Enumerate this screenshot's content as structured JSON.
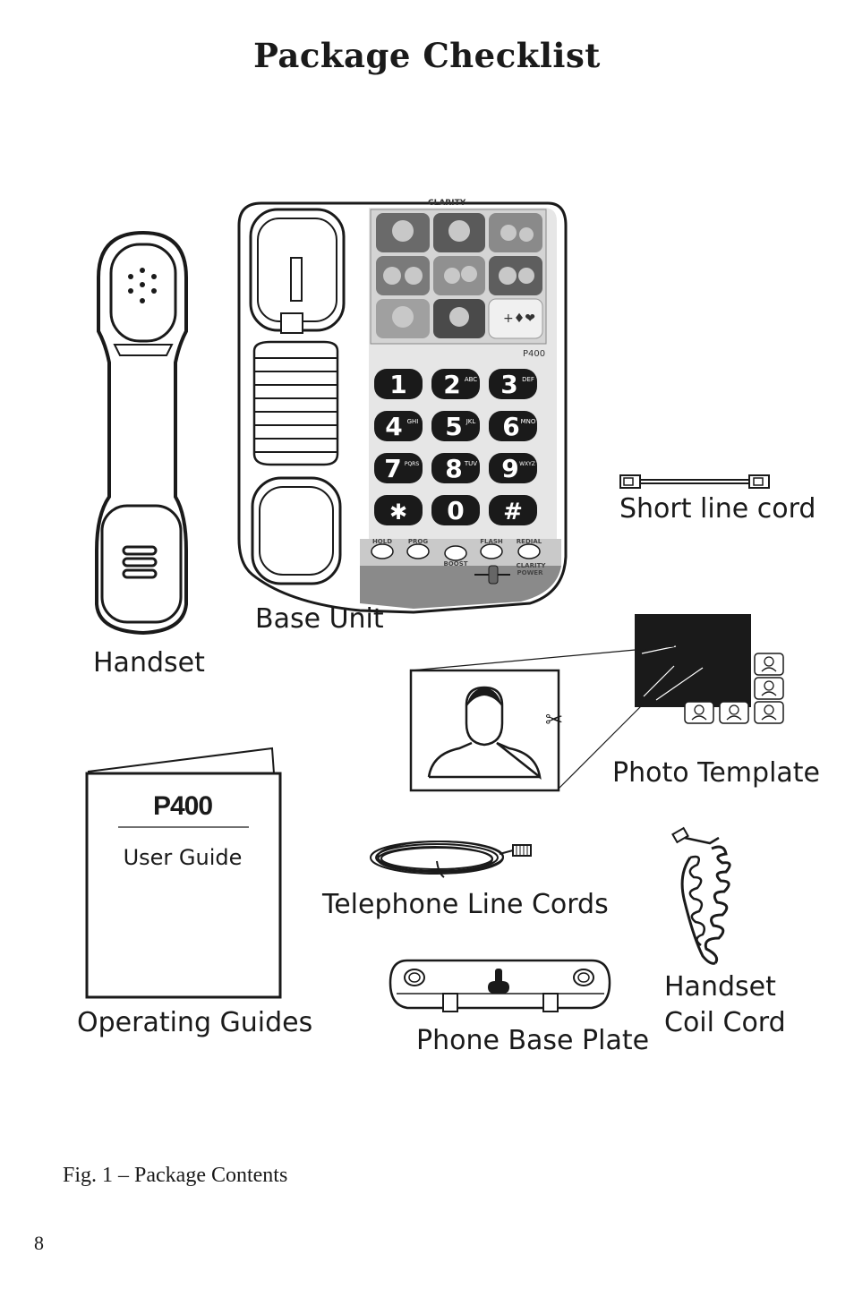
{
  "title": "Package Checklist",
  "labels": {
    "handset": "Handset",
    "base_unit": "Base Unit",
    "short_line_cord": "Short line cord",
    "photo_template": "Photo Template",
    "operating_guides": "Operating Guides",
    "telephone_line_cords": "Telephone Line Cords",
    "phone_base_plate": "Phone Base Plate",
    "handset_coil_cord_line1": "Handset",
    "handset_coil_cord_line2": "Coil Cord"
  },
  "phone": {
    "brand": "CLARITY",
    "model": "P400",
    "keys": [
      {
        "num": "1",
        "letters": ""
      },
      {
        "num": "2",
        "letters": "ABC"
      },
      {
        "num": "3",
        "letters": "DEF"
      },
      {
        "num": "4",
        "letters": "GHI"
      },
      {
        "num": "5",
        "letters": "JKL"
      },
      {
        "num": "6",
        "letters": "MNO"
      },
      {
        "num": "7",
        "letters": "PQRS"
      },
      {
        "num": "8",
        "letters": "TUV"
      },
      {
        "num": "9",
        "letters": "WXYZ"
      },
      {
        "num": "✱",
        "letters": ""
      },
      {
        "num": "0",
        "letters": ""
      },
      {
        "num": "#",
        "letters": ""
      }
    ],
    "function_buttons": [
      "HOLD",
      "PROG",
      "FLASH",
      "REDIAL"
    ],
    "boost": "BOOST",
    "clarity_power": [
      "CLARITY",
      "POWER"
    ]
  },
  "guide": {
    "model": "P400",
    "subtitle": "User Guide"
  },
  "caption": "Fig. 1 – Package Contents",
  "page_number": "8"
}
